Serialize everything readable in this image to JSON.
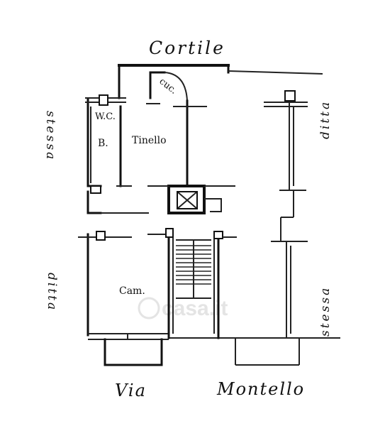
{
  "labels": {
    "top": "Cortile",
    "left_upper": "stessa",
    "right_upper": "ditta",
    "left_lower": "ditta",
    "right_lower": "stessa",
    "bottom_left": "Via",
    "bottom_right": "Montello",
    "wc": "W.C.",
    "bath": "B.",
    "kitchen": "cuc.",
    "dining": "Tinello",
    "bedroom": "Cam."
  },
  "watermark": "casa.it",
  "colors": {
    "ink": "#111111",
    "paper": "#ffffff",
    "watermark": "#e4e4e4"
  }
}
